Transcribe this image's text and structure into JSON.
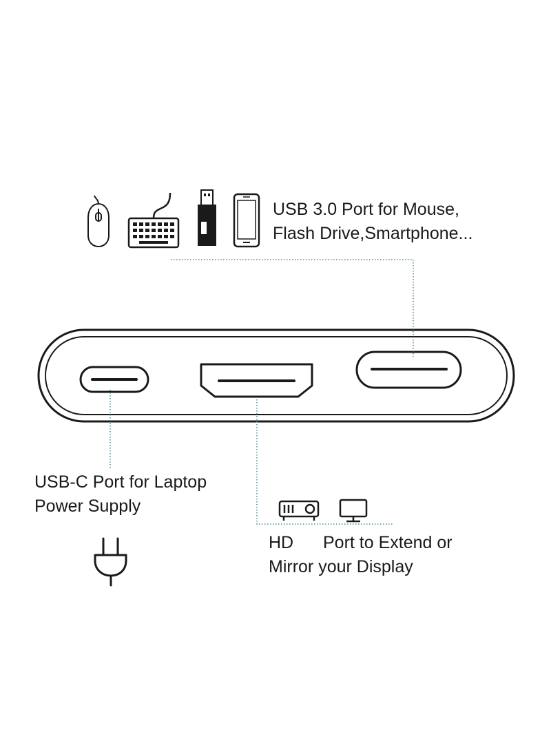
{
  "colors": {
    "stroke": "#1a1a1a",
    "leader_line": "#4a8a92",
    "background": "#ffffff"
  },
  "usb3": {
    "line1": "USB 3.0 Port for Mouse,",
    "line2": "Flash Drive,Smartphone...",
    "icons": [
      "mouse-icon",
      "keyboard-icon",
      "usb-flash-drive-icon",
      "smartphone-icon"
    ]
  },
  "usbc": {
    "line1": "USB-C Port for Laptop",
    "line2": "Power Supply",
    "icons": [
      "power-plug-icon"
    ]
  },
  "hd": {
    "word1": "HD",
    "line1_rest": "Port to Extend or",
    "line2": "Mirror your Display",
    "icons": [
      "projector-icon",
      "monitor-icon"
    ]
  }
}
